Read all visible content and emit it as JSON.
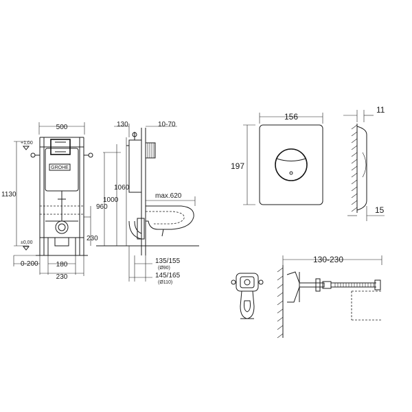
{
  "front_view": {
    "width": "500",
    "height_total": "1130",
    "level_top": "+1,00",
    "level_floor": "±0,00",
    "range_left": "0-200",
    "pipe_spacing": "180",
    "pipe_offset": "230",
    "logo": "GROHE"
  },
  "side_view": {
    "depth_top": "130",
    "range_top": "10-70",
    "h_1060": "1060",
    "h_1000": "1000",
    "h_960": "960",
    "h_230": "230",
    "max_projection": "max.620",
    "d1": "135/155",
    "d1_sub": "(Ø90)",
    "d2": "145/165",
    "d2_sub": "(Ø110)"
  },
  "flush_plate": {
    "width": "156",
    "height": "197",
    "thickness_top": "11",
    "thickness_bottom": "15"
  },
  "mounting_detail": {
    "range": "130-230"
  }
}
